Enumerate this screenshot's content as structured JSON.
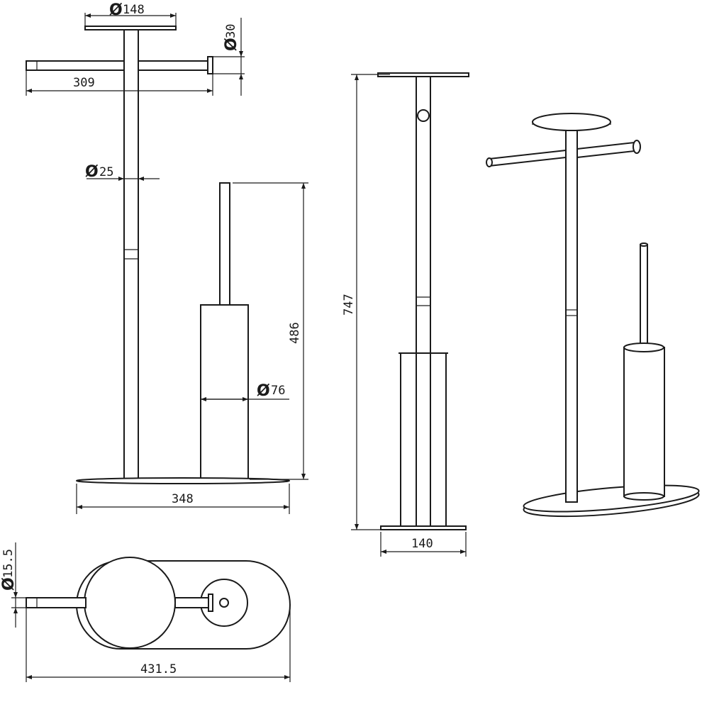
{
  "dimensions": {
    "top_plate_diameter": "148",
    "arm_tube_diameter": "30",
    "arm_span": "309",
    "pole_diameter": "25",
    "holder_height": "486",
    "holder_diameter": "76",
    "base_width": "348",
    "overall_height": "747",
    "base_depth": "140",
    "arm_end_diameter": "15.5",
    "base_length": "431.5"
  },
  "symbols": {
    "diameter": "Ø"
  }
}
